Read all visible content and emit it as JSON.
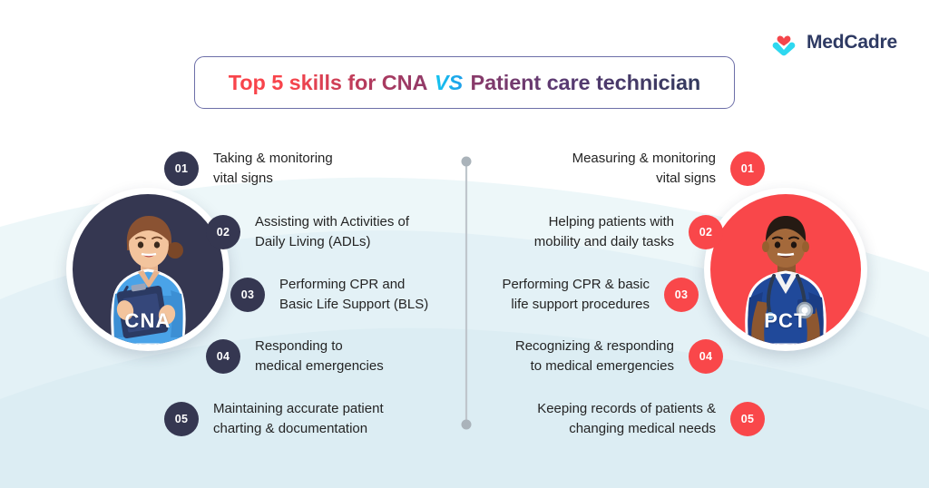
{
  "logo": {
    "name": "MedCadre",
    "heart_color": "#F4464B",
    "hands_color": "#2ED8F0",
    "text_color": "#2E3A63"
  },
  "title": {
    "part1": "Top 5 skills for CNA ",
    "vs": "VS",
    "part2": " Patient care technician",
    "border_color": "#6D6FA8"
  },
  "left_column": {
    "role_label": "CNA",
    "accent_color": "#353751",
    "items": [
      {
        "number": "01",
        "text": "Taking & monitoring\nvital signs"
      },
      {
        "number": "02",
        "text": "Assisting with Activities of\nDaily Living (ADLs)"
      },
      {
        "number": "03",
        "text": "Performing CPR and\nBasic Life Support (BLS)"
      },
      {
        "number": "04",
        "text": "Responding to\nmedical emergencies"
      },
      {
        "number": "05",
        "text": "Maintaining accurate patient\ncharting & documentation"
      }
    ]
  },
  "right_column": {
    "role_label": "PCT",
    "accent_color": "#F9474A",
    "items": [
      {
        "number": "01",
        "text": "Measuring & monitoring\nvital signs"
      },
      {
        "number": "02",
        "text": "Helping patients with\nmobility and daily tasks"
      },
      {
        "number": "03",
        "text": "Performing CPR & basic\nlife support procedures"
      },
      {
        "number": "04",
        "text": "Recognizing & responding\nto medical emergencies"
      },
      {
        "number": "05",
        "text": "Keeping records of patients &\nchanging medical needs"
      }
    ]
  },
  "background": {
    "wave_color_1": "#EAF5F8",
    "wave_color_2": "#DCEDF3",
    "base_color": "#FFFFFF"
  },
  "divider": {
    "line_color": "#BFC6CC",
    "dot_color": "#AAB3BA"
  }
}
